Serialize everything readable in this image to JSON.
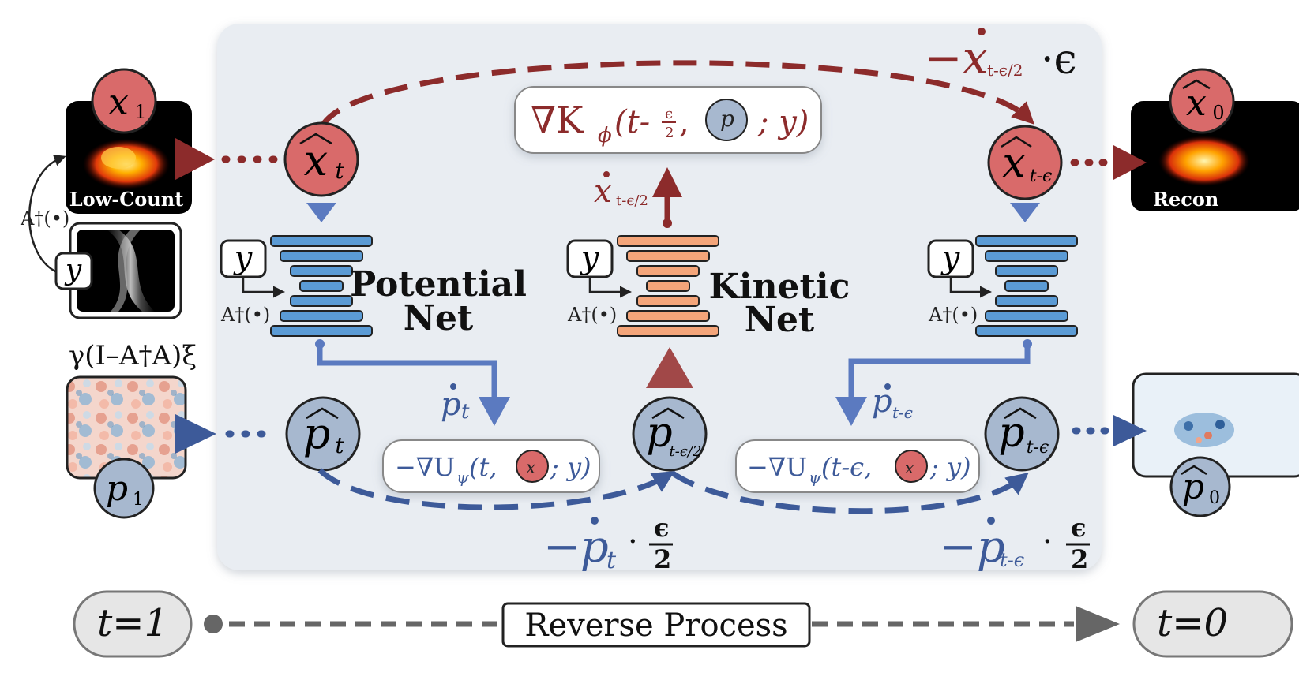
{
  "nodes": {
    "x1": {
      "var": "x",
      "sub": "1"
    },
    "p1": {
      "var": "p",
      "sub": "1"
    },
    "xt": {
      "var": "x",
      "sub": "t"
    },
    "pt": {
      "var": "p",
      "sub": "t"
    },
    "x_t_eps": {
      "var": "x",
      "sub": "t-ϵ"
    },
    "p_t_half": {
      "var": "p",
      "sub": "t-ϵ/2"
    },
    "p_t_eps": {
      "var": "p",
      "sub": "t-ϵ"
    },
    "x0": {
      "var": "x",
      "sub": "0"
    },
    "p0": {
      "var": "p",
      "sub": "0"
    }
  },
  "images": {
    "low_count_label": "Low-Count",
    "recon_label": "Recon",
    "y_label": "y",
    "noise_formula": "γ(I–A†A)ξ",
    "adjoint_label": "A†(•)"
  },
  "nets": {
    "potential": {
      "line1": "Potential",
      "line2": "Net",
      "input": "y",
      "adjoint": "A†(•)"
    },
    "kinetic": {
      "line1": "Kinetic",
      "line2": "Net",
      "input": "y",
      "adjoint": "A†(•)"
    },
    "potential2": {
      "input": "y",
      "adjoint": "A†(•)"
    }
  },
  "formulas": {
    "kinetic_grad": "∇K",
    "kinetic_grad_sub": "ϕ",
    "kinetic_grad_args": "(t-ϵ/2, p, ; y)",
    "potential_grad_left": "−∇U",
    "potential_grad_sub": "ψ",
    "potential_grad_left_args": "(t, x ; y)",
    "potential_grad_right_args": "(t-ϵ, x ; y)",
    "top_update": "−x",
    "top_update_sub": "t-ϵ/2",
    "top_update_tail": "·ϵ",
    "bottom_left_update": "−p",
    "bottom_left_update_sub": "t",
    "bottom_right_update": "−p",
    "bottom_right_update_sub": "t-ϵ",
    "half_eps_num": "ϵ",
    "half_eps_den": "2",
    "pdot_t": "p",
    "pdot_t_sub": "t",
    "pdot_t_eps": "p",
    "pdot_t_eps_sub": "t-ϵ",
    "xdot_half": "x",
    "xdot_half_sub": "t-ϵ/2"
  },
  "timeline": {
    "start": "t=1",
    "end": "t=0",
    "label": "Reverse Process"
  },
  "colors": {
    "red_node": "#d96a6a",
    "blue_node": "#a7b8cf",
    "dark_red": "#8c2b2b",
    "dark_blue": "#3d5a99",
    "potential_net": "#5b9bd5",
    "kinetic_net": "#f4a57a",
    "panel": "#e9edf2"
  }
}
